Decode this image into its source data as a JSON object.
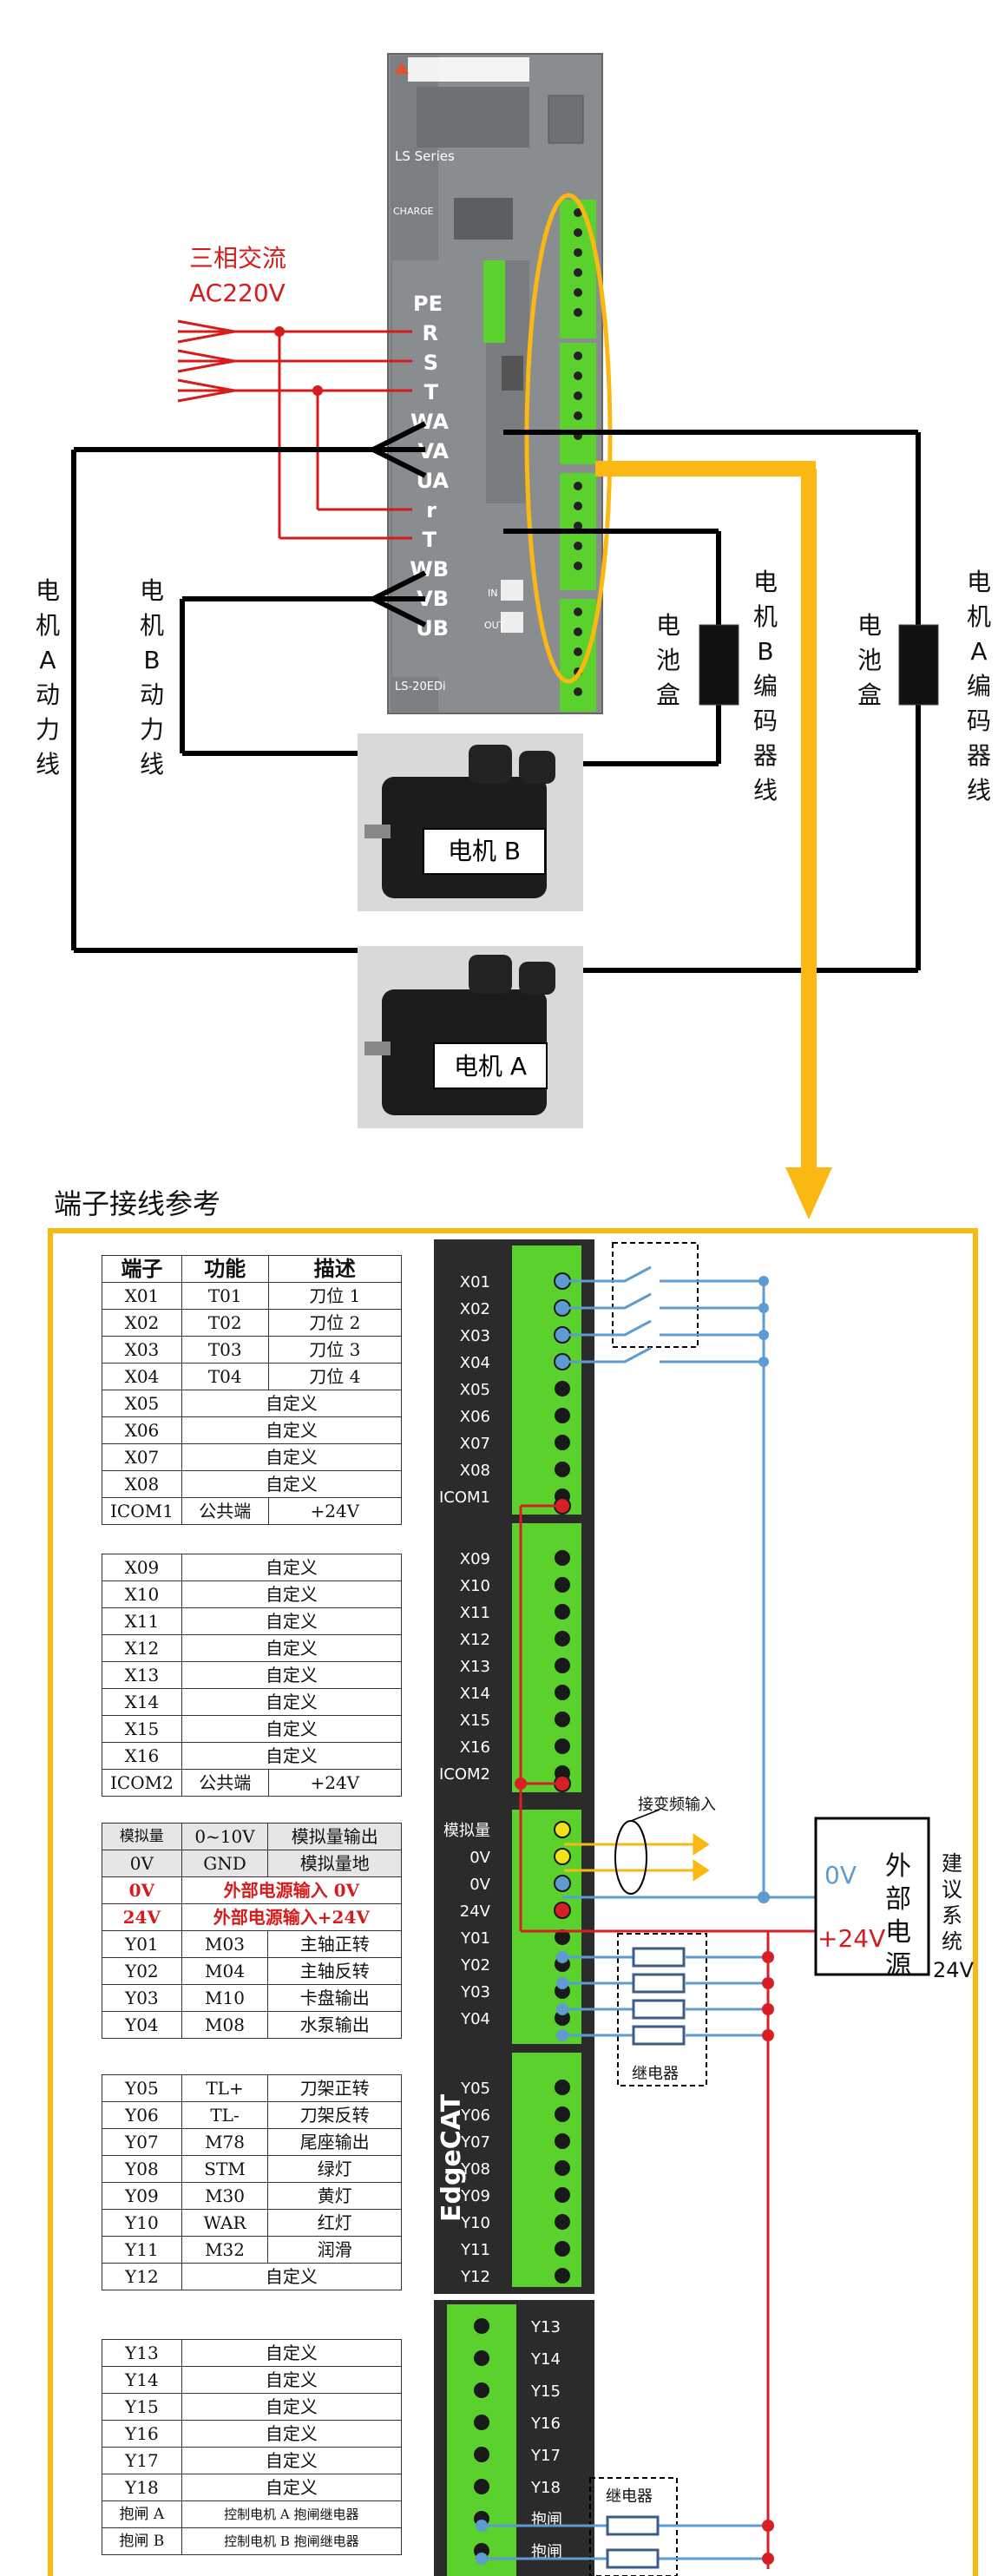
{
  "top": {
    "ac_label_cn": "三相交流",
    "ac_label_en": "AC220V",
    "driver": {
      "brand_series": "LS Series",
      "charge_label": "CHARGE",
      "model": "LS-20EDi",
      "port_in": "IN",
      "port_out": "OUT",
      "terminals": [
        "PE",
        "R",
        "S",
        "T",
        "WA",
        "VA",
        "UA",
        "r",
        "T",
        "WB",
        "VB",
        "UB"
      ]
    },
    "motor_a_power": [
      "电",
      "机",
      "A",
      "动",
      "力",
      "线"
    ],
    "motor_b_power": [
      "电",
      "机",
      "B",
      "动",
      "力",
      "线"
    ],
    "battery_b": [
      "电",
      "池",
      "盒"
    ],
    "encoder_b": [
      "电",
      "机",
      "B",
      "编",
      "码",
      "器",
      "线"
    ],
    "battery_a": [
      "电",
      "池",
      "盒"
    ],
    "encoder_a": [
      "电",
      "机",
      "A",
      "编",
      "码",
      "器",
      "线"
    ],
    "motor_b_label": "电机 B",
    "motor_a_label": "电机 A"
  },
  "section_title": "端子接线参考",
  "tables": {
    "t1": {
      "headers": [
        "端子",
        "功能",
        "描述"
      ],
      "rows": [
        [
          "X01",
          "T01",
          "刀位 1"
        ],
        [
          "X02",
          "T02",
          "刀位 2"
        ],
        [
          "X03",
          "T03",
          "刀位 3"
        ],
        [
          "X04",
          "T04",
          "刀位 4"
        ],
        [
          "X05",
          "自定义"
        ],
        [
          "X06",
          "自定义"
        ],
        [
          "X07",
          "自定义"
        ],
        [
          "X08",
          "自定义"
        ],
        [
          "ICOM1",
          "公共端",
          "+24V"
        ]
      ]
    },
    "t2": {
      "rows": [
        [
          "X09",
          "自定义"
        ],
        [
          "X10",
          "自定义"
        ],
        [
          "X11",
          "自定义"
        ],
        [
          "X12",
          "自定义"
        ],
        [
          "X13",
          "自定义"
        ],
        [
          "X14",
          "自定义"
        ],
        [
          "X15",
          "自定义"
        ],
        [
          "X16",
          "自定义"
        ],
        [
          "ICOM2",
          "公共端",
          "+24V"
        ]
      ]
    },
    "t3": {
      "rows": [
        [
          "模拟量",
          "0~10V",
          "模拟量输出"
        ],
        [
          "0V",
          "GND",
          "模拟量地"
        ],
        [
          "0V",
          "外部电源输入 0V"
        ],
        [
          "24V",
          "外部电源输入+24V"
        ],
        [
          "Y01",
          "M03",
          "主轴正转"
        ],
        [
          "Y02",
          "M04",
          "主轴反转"
        ],
        [
          "Y03",
          "M10",
          "卡盘输出"
        ],
        [
          "Y04",
          "M08",
          "水泵输出"
        ]
      ]
    },
    "t4": {
      "rows": [
        [
          "Y05",
          "TL+",
          "刀架正转"
        ],
        [
          "Y06",
          "TL-",
          "刀架反转"
        ],
        [
          "Y07",
          "M78",
          "尾座输出"
        ],
        [
          "Y08",
          "STM",
          "绿灯"
        ],
        [
          "Y09",
          "M30",
          "黄灯"
        ],
        [
          "Y10",
          "WAR",
          "红灯"
        ],
        [
          "Y11",
          "M32",
          "润滑"
        ],
        [
          "Y12",
          "自定义"
        ]
      ]
    },
    "t5": {
      "rows": [
        [
          "Y13",
          "自定义"
        ],
        [
          "Y14",
          "自定义"
        ],
        [
          "Y15",
          "自定义"
        ],
        [
          "Y16",
          "自定义"
        ],
        [
          "Y17",
          "自定义"
        ],
        [
          "Y18",
          "自定义"
        ],
        [
          "抱闸 A",
          "控制电机 A 抱闸继电器"
        ],
        [
          "抱闸 B",
          "控制电机 B 抱闸继电器"
        ]
      ]
    }
  },
  "board": {
    "block1": [
      "X01",
      "X02",
      "X03",
      "X04",
      "X05",
      "X06",
      "X07",
      "X08",
      "ICOM1"
    ],
    "block2": [
      "X09",
      "X10",
      "X11",
      "X12",
      "X13",
      "X14",
      "X15",
      "X16",
      "ICOM2"
    ],
    "block3": [
      "模拟量",
      "0V",
      "0V",
      "24V",
      "Y01",
      "Y02",
      "Y03",
      "Y04"
    ],
    "block4": [
      "Y05",
      "Y06",
      "Y07",
      "Y08",
      "Y09",
      "Y10",
      "Y11",
      "Y12"
    ],
    "block5": [
      "Y13",
      "Y14",
      "Y15",
      "Y16",
      "Y17",
      "Y18",
      "抱闸",
      "抱闸"
    ],
    "vertical_brand": "EdgeCAT"
  },
  "annotations": {
    "inverter_input": "接变频输入",
    "relay1": "继电器",
    "relay2": "继电器",
    "ps_0v": "0V",
    "ps_24v": "+24V",
    "ps_box": [
      "外",
      "部",
      "电",
      "源"
    ],
    "ps_suggest": [
      "建",
      "议",
      "系",
      "统"
    ],
    "ps_suggest_voltage": "24V"
  },
  "colors": {
    "orange": "#fbb813",
    "terminal_green": "#5bd12e",
    "wire_blue": "#5e9bd0",
    "wire_red": "#d91f26",
    "ac_red": "#d41c1c"
  }
}
